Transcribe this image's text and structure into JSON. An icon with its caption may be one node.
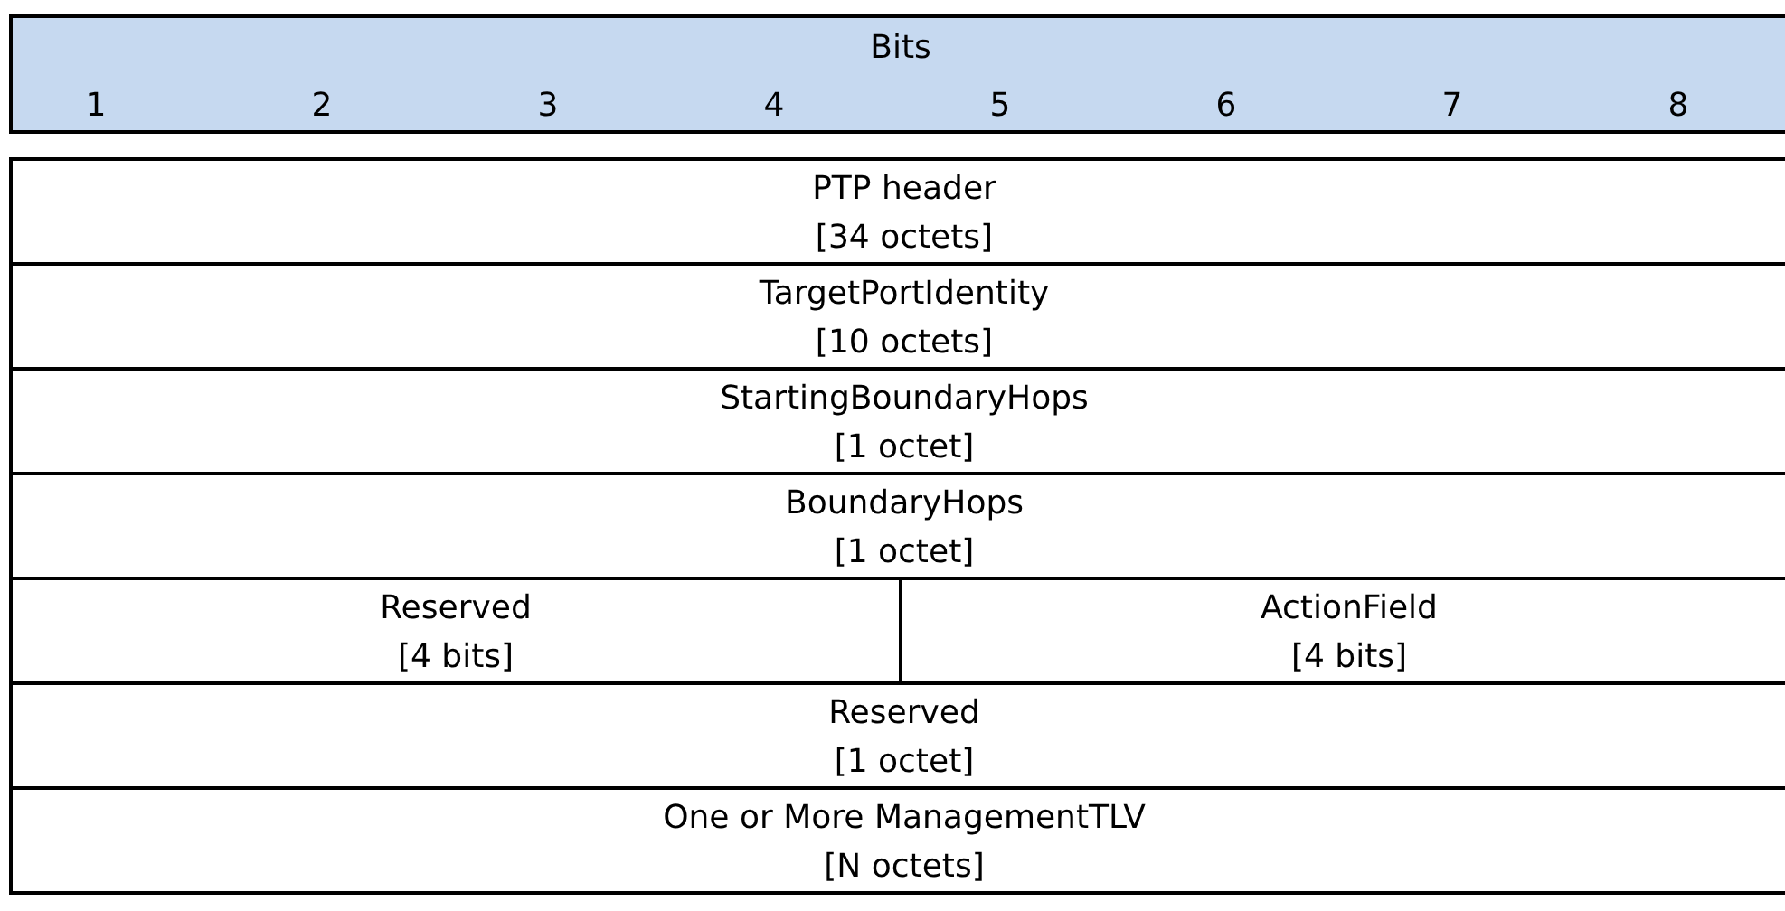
{
  "diagram": {
    "nodes": [
      {
        "text": [
          "Bits",
          "1",
          "2",
          "3",
          "4",
          "5",
          "6",
          "7",
          "8"
        ]
      },
      {
        "text": [
          "PTP header",
          "[34 octets]"
        ]
      },
      {
        "text": [
          "TargetPortIdentity",
          "[10 octets]"
        ]
      },
      {
        "text": [
          "StartingBoundaryHops",
          "[1 octet]"
        ]
      },
      {
        "text": [
          "BoundaryHops",
          "[1 octet]"
        ]
      },
      {
        "text": [
          "Reserved",
          "[4 bits]"
        ]
      },
      {
        "text": [
          "ActionField",
          "[4 bits]"
        ]
      },
      {
        "text": [
          "Reserved",
          "[1 octet]"
        ]
      },
      {
        "text": [
          "One or More ManagementTLV",
          "[N octets]"
        ]
      }
    ]
  }
}
